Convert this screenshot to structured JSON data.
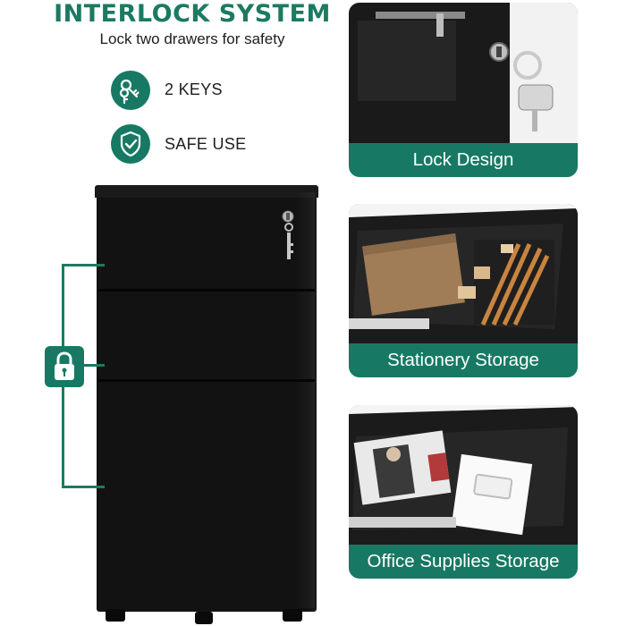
{
  "header": {
    "title": "INTERLOCK SYSTEM",
    "subtitle": "Lock two drawers for safety"
  },
  "features": [
    {
      "icon": "keys-icon",
      "label": "2 KEYS"
    },
    {
      "icon": "shield-check-icon",
      "label": "SAFE USE"
    }
  ],
  "cabinet": {
    "drawers": 3,
    "interlock_icon": "padlock-icon"
  },
  "cards": [
    {
      "caption": "Lock Design",
      "photo": "lock-closeup-photo"
    },
    {
      "caption": "Stationery Storage",
      "photo": "stationery-drawer-photo"
    },
    {
      "caption": "Office Supplies Storage",
      "photo": "office-supplies-drawer-photo"
    }
  ],
  "colors": {
    "accent": "#177963",
    "headline": "#1b7a62",
    "cabinet": "#121212",
    "text": "#1e1e1e"
  }
}
